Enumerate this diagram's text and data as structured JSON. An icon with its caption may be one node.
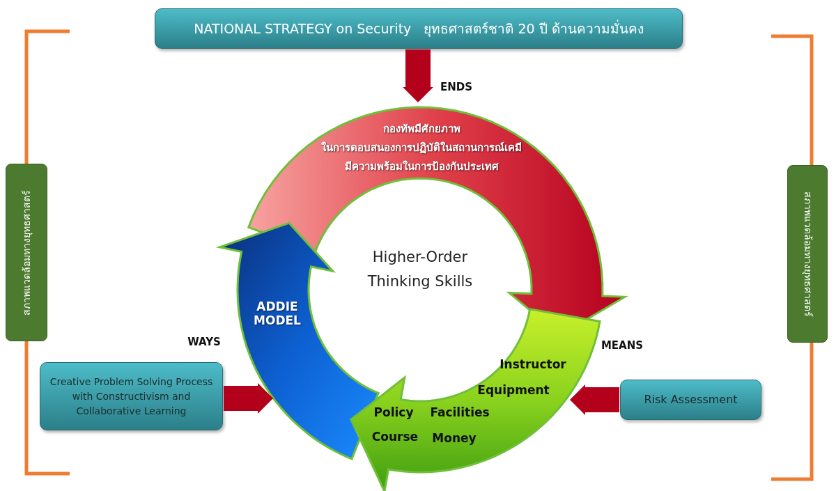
{
  "diagram": {
    "nodes": [
      {
        "text": [
          "NATIONAL STRATEGY on Security   ยุทธศาสตร์ชาติ 20 ปี ด้านความมั่นคง"
        ]
      },
      {
        "text": [
          "กองทัพมีศักยภาพ",
          "ในการตอบสนองการปฏิบัติในสถานการณ์เคมี",
          "มีความพร้อมในการป้องกันประเทศ"
        ],
        "beside": [
          "ENDS"
        ]
      },
      {
        "text": [
          "ADDIE MODEL"
        ],
        "beside": [
          "WAYS"
        ]
      },
      {
        "text": [
          "Instructor",
          "Equipment",
          "Policy",
          "Facilities",
          "Course",
          "Money"
        ],
        "beside": [
          "MEANS"
        ]
      },
      {
        "text": [
          "Creative Problem Solving Process with Constructivism and Collaborative Learning"
        ]
      },
      {
        "text": [
          "Risk Assessment"
        ]
      },
      {
        "text": [
          "สภาพแวดล้อมทางยุทธศาสตร์"
        ]
      },
      {
        "text": [
          "สภาพแวดล้อมทางยุทธศาสตร์"
        ]
      }
    ],
    "edges": [
      {
        "from": 0,
        "to": 1,
        "arrow": "to"
      },
      {
        "from": 4,
        "to": 2,
        "arrow": "to"
      },
      {
        "from": 5,
        "to": 3,
        "arrow": "to"
      }
    ],
    "labels": [
      "Higher-Order Thinking Skills"
    ]
  }
}
